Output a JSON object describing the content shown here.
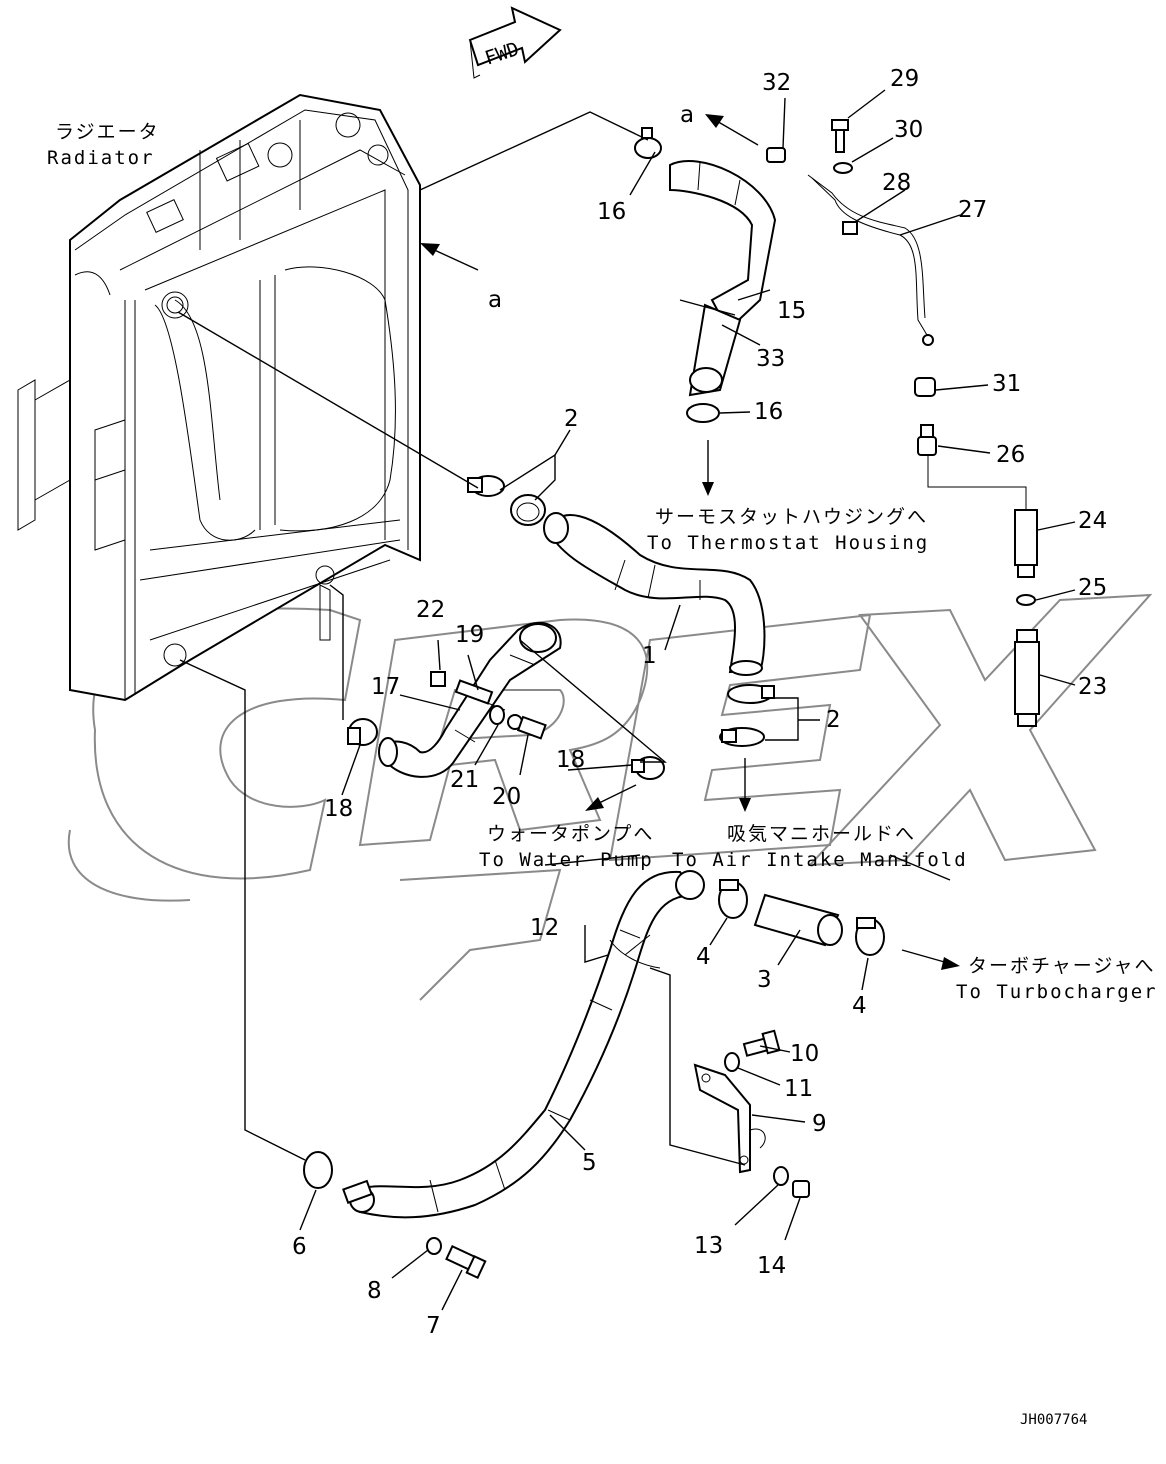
{
  "fwd_label": "FWD",
  "figure_ref": "JH007764",
  "watermark": "OREX",
  "view_marker": "a",
  "destinations": {
    "radiator_jp": "ラジエータ",
    "radiator_en": "Radiator",
    "thermostat_jp": "サーモスタットハウジングへ",
    "thermostat_en": "To Thermostat Housing",
    "water_pump_jp": "ウォータポンプへ",
    "water_pump_en": "To Water Pump",
    "intake_jp": "吸気マニホールドへ",
    "intake_en": "To Air Intake Manifold",
    "turbo_jp": "ターボチャージャへ",
    "turbo_en": "To Turbocharger"
  },
  "callouts": [
    "1",
    "2",
    "2",
    "3",
    "4",
    "4",
    "5",
    "6",
    "7",
    "8",
    "9",
    "10",
    "11",
    "12",
    "13",
    "14",
    "15",
    "16",
    "16",
    "17",
    "18",
    "18",
    "19",
    "20",
    "21",
    "22",
    "23",
    "24",
    "25",
    "26",
    "27",
    "28",
    "29",
    "30",
    "31",
    "32",
    "33"
  ]
}
